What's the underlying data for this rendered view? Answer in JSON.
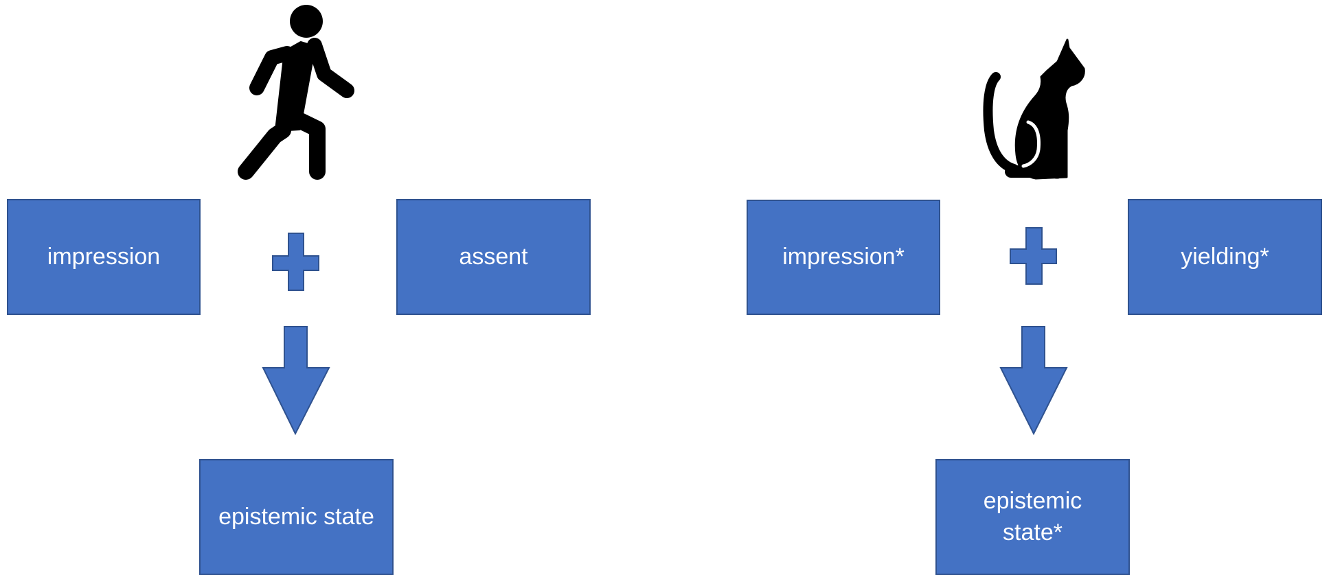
{
  "colors": {
    "box_fill": "#4472C4",
    "box_stroke": "#2F528F",
    "icon": "#000000",
    "text": "#FFFFFF"
  },
  "left_panel": {
    "icon": "walking-person-icon",
    "impression_label": "impression",
    "assent_label": "assent",
    "result_label": "epistemic state"
  },
  "right_panel": {
    "icon": "sitting-cat-icon",
    "impression_label": "impression*",
    "yielding_label": "yielding*",
    "result_label_line1": "epistemic",
    "result_label_line2": "state*"
  }
}
